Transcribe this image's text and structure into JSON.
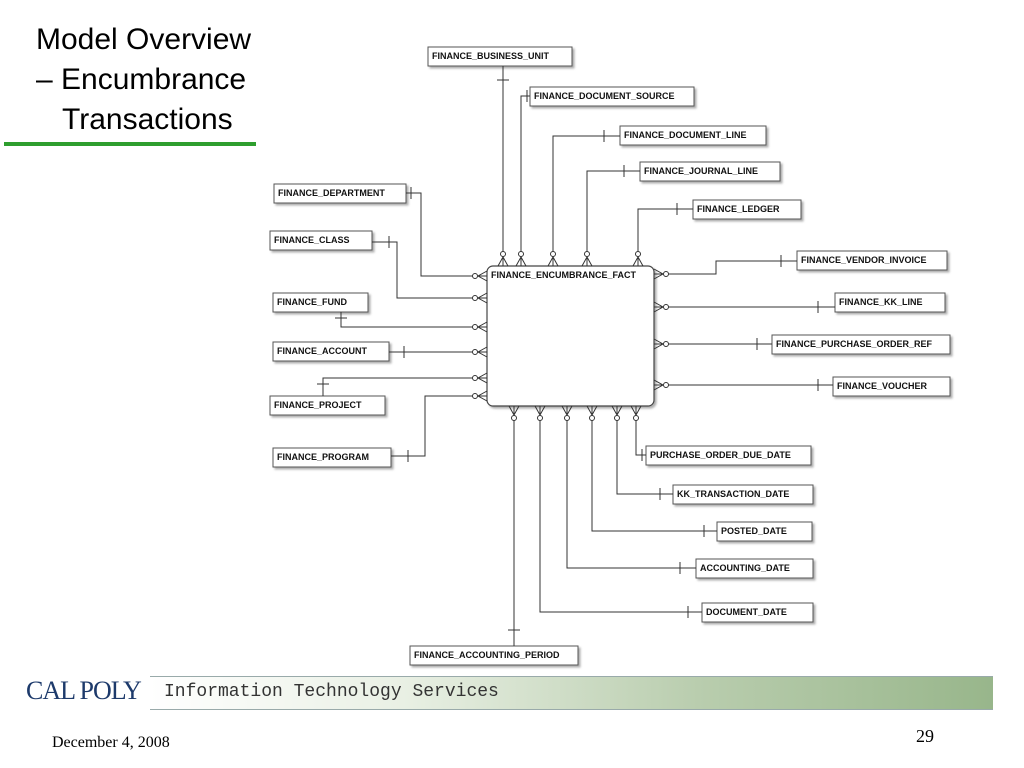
{
  "title": {
    "lines": [
      "Model Overview",
      "– Encumbrance",
      "Transactions"
    ]
  },
  "diagram": {
    "fact": "FINANCE_ENCUMBRANCE_FACT",
    "entities": [
      "FINANCE_BUSINESS_UNIT",
      "FINANCE_DOCUMENT_SOURCE",
      "FINANCE_DOCUMENT_LINE",
      "FINANCE_JOURNAL_LINE",
      "FINANCE_LEDGER",
      "FINANCE_VENDOR_INVOICE",
      "FINANCE_KK_LINE",
      "FINANCE_PURCHASE_ORDER_REF",
      "FINANCE_VOUCHER",
      "FINANCE_DEPARTMENT",
      "FINANCE_CLASS",
      "FINANCE_FUND",
      "FINANCE_ACCOUNT",
      "FINANCE_PROJECT",
      "FINANCE_PROGRAM",
      "PURCHASE_ORDER_DUE_DATE",
      "KK_TRANSACTION_DATE",
      "POSTED_DATE",
      "ACCOUNTING_DATE",
      "DOCUMENT_DATE",
      "FINANCE_ACCOUNTING_PERIOD"
    ]
  },
  "footer": {
    "logo": "CAL POLY",
    "banner": "Information Technology Services",
    "date": "December 4, 2008",
    "page": "29"
  }
}
